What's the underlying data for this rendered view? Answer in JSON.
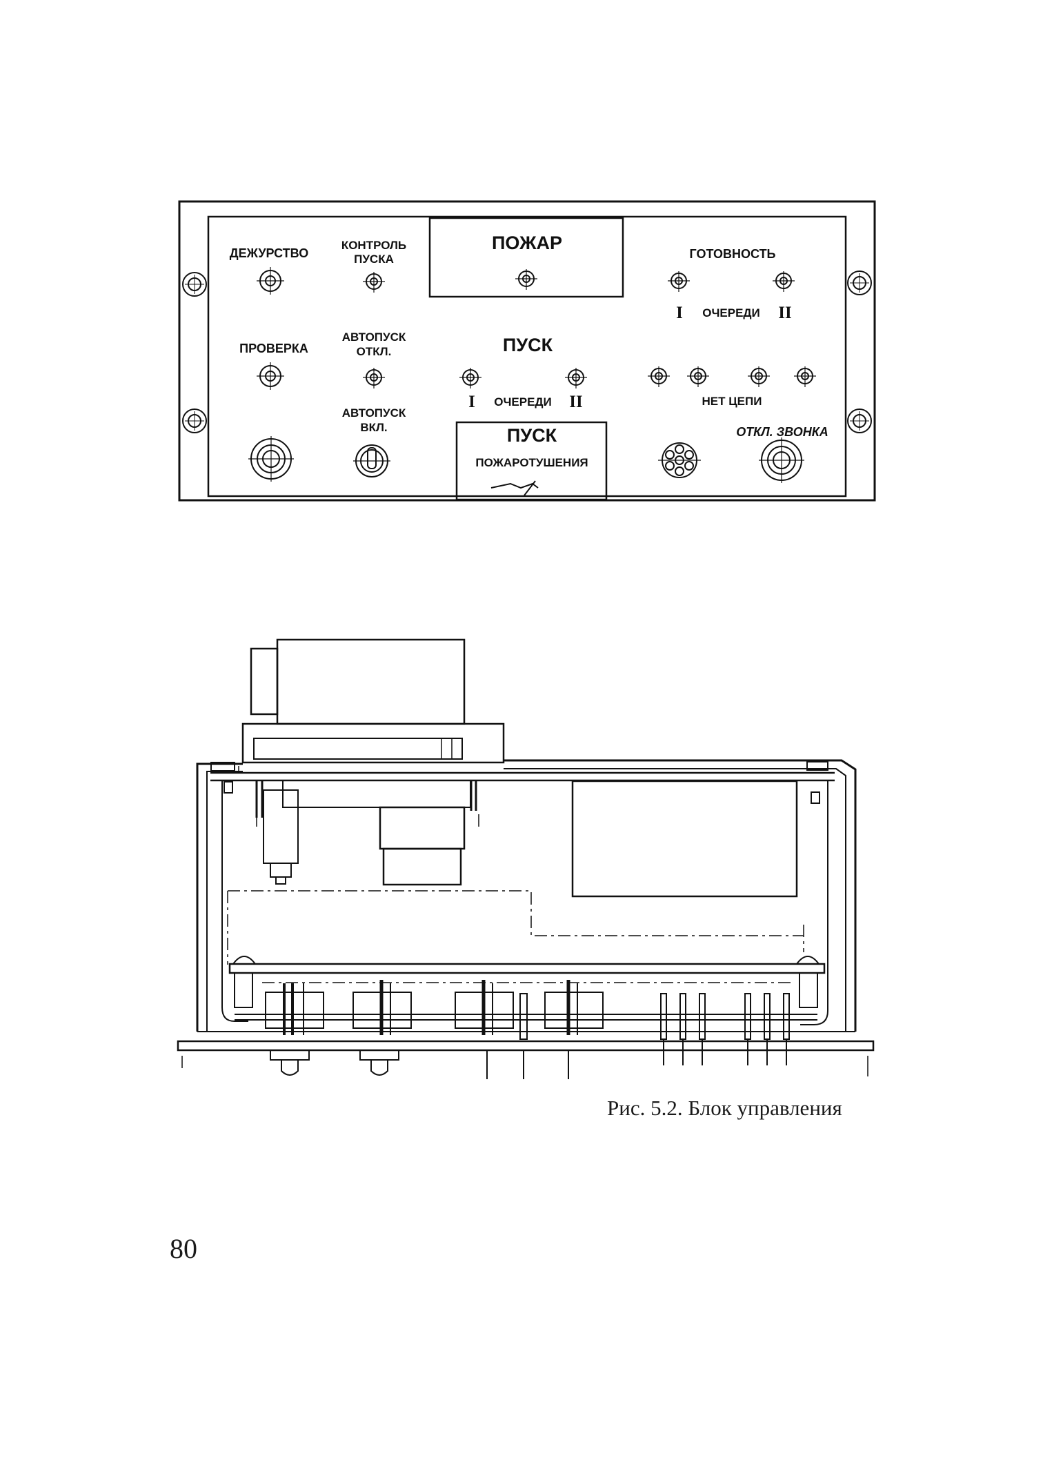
{
  "panel": {
    "labels": {
      "duty": "ДЕЖУРСТВО",
      "launch_control_1": "КОНТРОЛЬ",
      "launch_control_2": "ПУСКА",
      "fire": "ПОЖАР",
      "readiness": "ГОТОВНОСТЬ",
      "stage_num_1": "I",
      "stages": "ОЧЕРЕДИ",
      "stage_num_2": "II",
      "check": "ПРОВЕРКА",
      "autostart_off_1": "АВТОПУСК",
      "autostart_off_2": "ОТКЛ.",
      "launch": "ПУСК",
      "autostart_on_1": "АВТОПУСК",
      "autostart_on_2": "ВКЛ.",
      "no_target": "НЕТ ЦЕПИ",
      "extinguish_launch_1": "ПУСК",
      "extinguish_launch_2": "ПОЖАРОТУШЕНИЯ",
      "bell_off": "ОТКЛ. ЗВОНКА"
    }
  },
  "caption": "Рис. 5.2. Блок управления",
  "page_number": "80"
}
